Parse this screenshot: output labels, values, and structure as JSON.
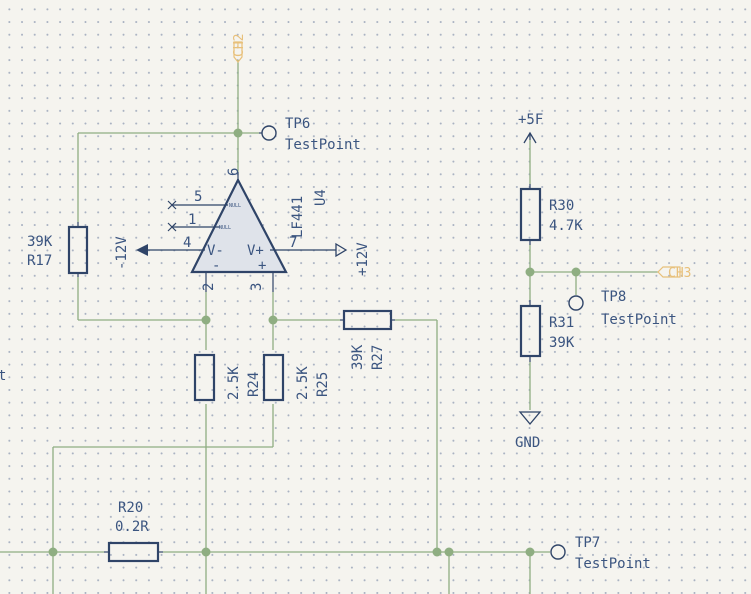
{
  "global_labels": {
    "ch2": "CH2",
    "ch3": "CH3"
  },
  "power": {
    "p5": "+5F",
    "gnd": "GND"
  },
  "opamp": {
    "value": "LF441",
    "ref": "U4",
    "pin_null1": "NULL",
    "pin_null2": "NULL",
    "vminus": "V-",
    "vplus": "V+",
    "minus": "-",
    "plus": "+",
    "pin1": "1",
    "pin2": "2",
    "pin3": "3",
    "pin4": "4",
    "pin5": "5",
    "pin6": "6",
    "pin7": "7",
    "neg_supply": "-12V",
    "pos_supply": "+12V"
  },
  "resistors": {
    "r17": {
      "ref": "R17",
      "value": "39K"
    },
    "r24": {
      "ref": "R24",
      "value": "2.5K"
    },
    "r25": {
      "ref": "R25",
      "value": "2.5K"
    },
    "r27": {
      "ref": "R27",
      "value": "39K"
    },
    "r20": {
      "ref": "R20",
      "value": "0.2R"
    },
    "r30": {
      "ref": "R30",
      "value": "4.7K"
    },
    "r31": {
      "ref": "R31",
      "value": "39K"
    }
  },
  "testpoints": {
    "tp6": {
      "ref": "TP6",
      "value": "TestPoint"
    },
    "tp7": {
      "ref": "TP7",
      "value": "TestPoint"
    },
    "tp8": {
      "ref": "TP8",
      "value": "TestPoint"
    }
  },
  "edge_text": "t"
}
